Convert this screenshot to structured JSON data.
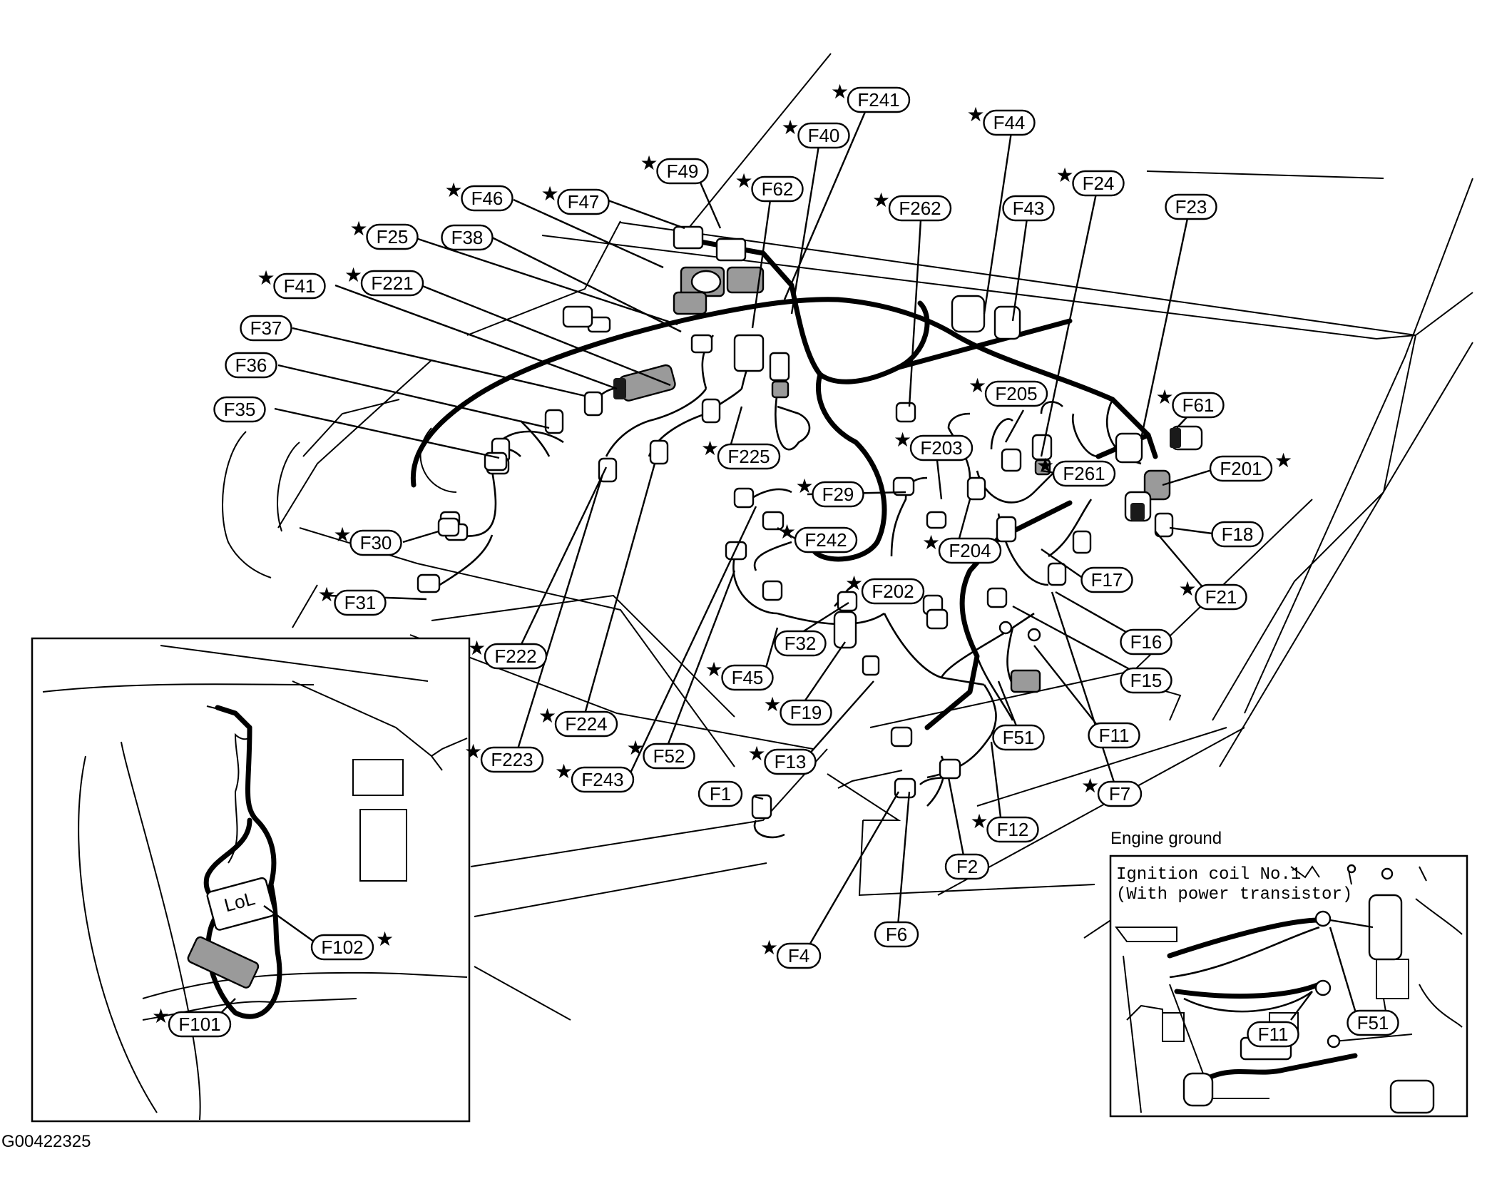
{
  "figure_code": "G00422325",
  "labels": [
    {
      "id": "F241",
      "text": "F241",
      "starred": true
    },
    {
      "id": "F40",
      "text": "F40",
      "starred": true
    },
    {
      "id": "F44",
      "text": "F44",
      "starred": true
    },
    {
      "id": "F49",
      "text": "F49",
      "starred": true
    },
    {
      "id": "F62",
      "text": "F62",
      "starred": true
    },
    {
      "id": "F24",
      "text": "F24",
      "starred": true
    },
    {
      "id": "F46",
      "text": "F46",
      "starred": true
    },
    {
      "id": "F47",
      "text": "F47",
      "starred": true
    },
    {
      "id": "F262",
      "text": "F262",
      "starred": true
    },
    {
      "id": "F43",
      "text": "F43",
      "starred": false
    },
    {
      "id": "F23",
      "text": "F23",
      "starred": false
    },
    {
      "id": "F25",
      "text": "F25",
      "starred": true
    },
    {
      "id": "F38",
      "text": "F38",
      "starred": false
    },
    {
      "id": "F41",
      "text": "F41",
      "starred": true
    },
    {
      "id": "F221",
      "text": "F221",
      "starred": true
    },
    {
      "id": "F37",
      "text": "F37",
      "starred": false
    },
    {
      "id": "F36",
      "text": "F36",
      "starred": false
    },
    {
      "id": "F35",
      "text": "F35",
      "starred": false
    },
    {
      "id": "F205",
      "text": "F205",
      "starred": true
    },
    {
      "id": "F61",
      "text": "F61",
      "starred": true
    },
    {
      "id": "F203",
      "text": "F203",
      "starred": true
    },
    {
      "id": "F225",
      "text": "F225",
      "starred": true
    },
    {
      "id": "F261",
      "text": "F261",
      "starred": true
    },
    {
      "id": "F201",
      "text": "F201",
      "starred": true
    },
    {
      "id": "F29",
      "text": "F29",
      "starred": true
    },
    {
      "id": "F18",
      "text": "F18",
      "starred": false
    },
    {
      "id": "F242",
      "text": "F242",
      "starred": true
    },
    {
      "id": "F204",
      "text": "F204",
      "starred": true
    },
    {
      "id": "F30",
      "text": "F30",
      "starred": true
    },
    {
      "id": "F17",
      "text": "F17",
      "starred": false
    },
    {
      "id": "F202",
      "text": "F202",
      "starred": true
    },
    {
      "id": "F21",
      "text": "F21",
      "starred": true
    },
    {
      "id": "F31",
      "text": "F31",
      "starred": true
    },
    {
      "id": "F32",
      "text": "F32",
      "starred": false
    },
    {
      "id": "F16",
      "text": "F16",
      "starred": false
    },
    {
      "id": "F222",
      "text": "F222",
      "starred": true
    },
    {
      "id": "F45",
      "text": "F45",
      "starred": true
    },
    {
      "id": "F15",
      "text": "F15",
      "starred": false
    },
    {
      "id": "F19",
      "text": "F19",
      "starred": true
    },
    {
      "id": "F224",
      "text": "F224",
      "starred": true
    },
    {
      "id": "F51",
      "text": "F51",
      "starred": false
    },
    {
      "id": "F11",
      "text": "F11",
      "starred": false
    },
    {
      "id": "F223",
      "text": "F223",
      "starred": true
    },
    {
      "id": "F52",
      "text": "F52",
      "starred": true
    },
    {
      "id": "F13",
      "text": "F13",
      "starred": true
    },
    {
      "id": "F243",
      "text": "F243",
      "starred": true
    },
    {
      "id": "F7",
      "text": "F7",
      "starred": true
    },
    {
      "id": "F1",
      "text": "F1",
      "starred": false
    },
    {
      "id": "F12",
      "text": "F12",
      "starred": true
    },
    {
      "id": "F2",
      "text": "F2",
      "starred": false
    },
    {
      "id": "F6",
      "text": "F6",
      "starred": false
    },
    {
      "id": "F4",
      "text": "F4",
      "starred": true
    },
    {
      "id": "F102",
      "text": "F102",
      "starred": true
    },
    {
      "id": "F101",
      "text": "F101",
      "starred": true
    }
  ],
  "inset_right": {
    "caption": "Engine ground",
    "title_line1": "Ignition coil No.1",
    "title_line2": "(With power transistor)",
    "labels": [
      {
        "id": "F11-inset",
        "text": "F11",
        "starred": false
      },
      {
        "id": "F51-inset",
        "text": "F51",
        "starred": false
      }
    ]
  },
  "inset_left": {
    "module_text": "LoL"
  }
}
